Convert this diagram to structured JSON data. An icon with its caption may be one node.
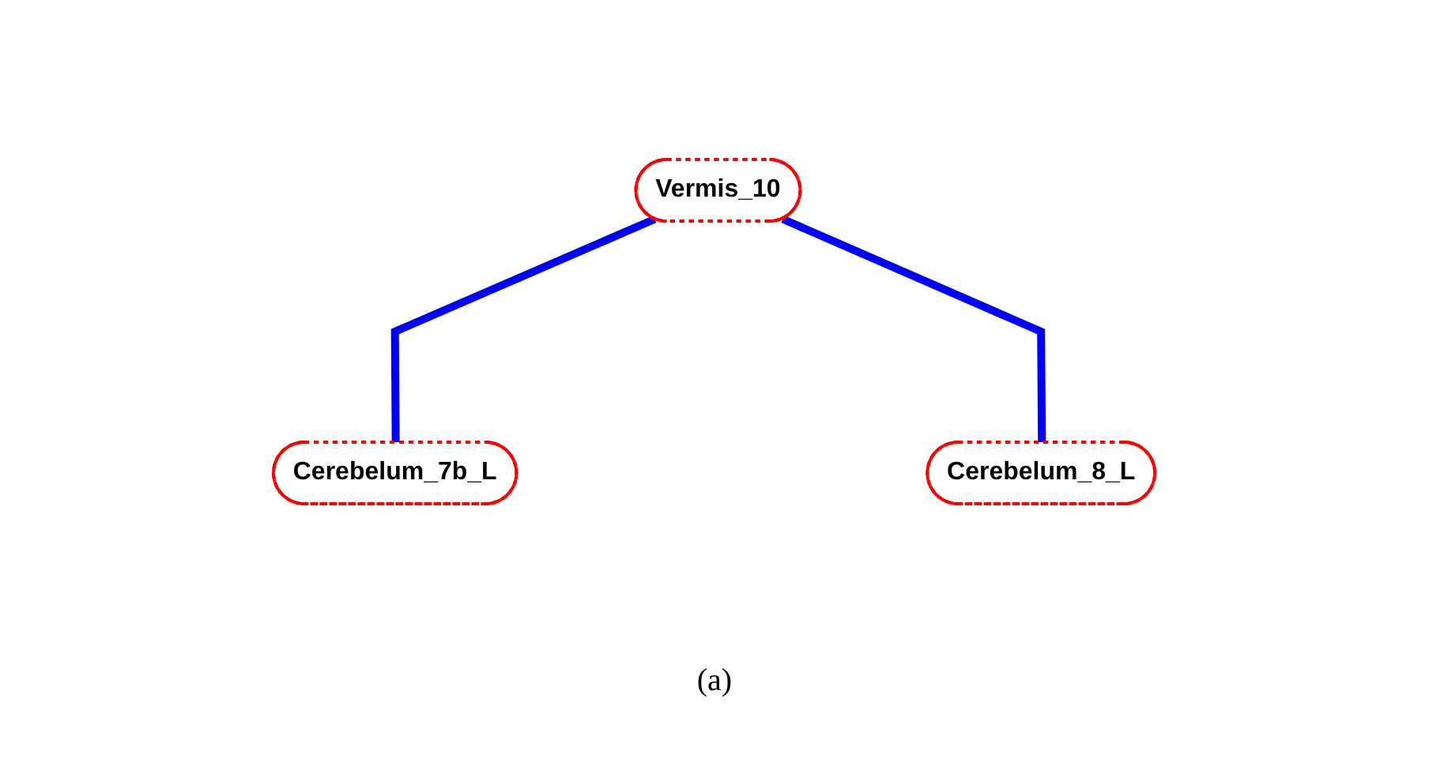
{
  "diagram": {
    "caption": "(a)",
    "nodes": [
      {
        "text": [
          "Vermis_10"
        ]
      },
      {
        "text": [
          "Cerebelum_7b_L"
        ]
      },
      {
        "text": [
          "Cerebelum_8_L"
        ]
      }
    ],
    "edges": [
      {
        "from": 0,
        "to": 1,
        "arrow": "none"
      },
      {
        "from": 0,
        "to": 2,
        "arrow": "none"
      }
    ]
  }
}
